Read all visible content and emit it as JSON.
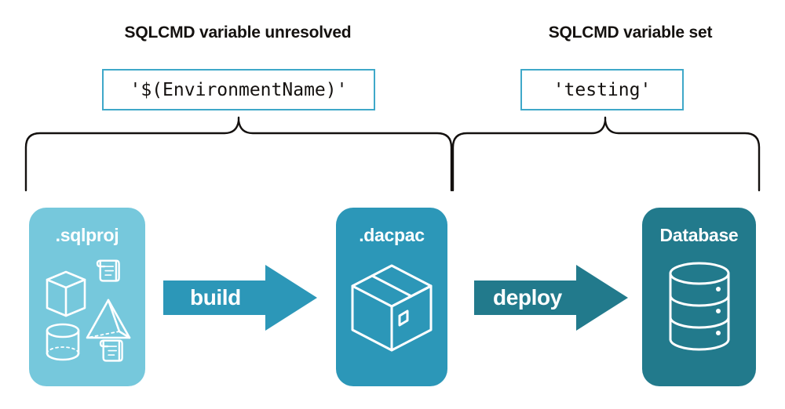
{
  "headings": {
    "left": "SQLCMD variable unresolved",
    "right": "SQLCMD variable set"
  },
  "code_boxes": {
    "left": "'$(EnvironmentName)'",
    "right": "'testing'"
  },
  "cards": [
    {
      "id": "sqlproj",
      "label": ".sqlproj",
      "color": "#76C8DC",
      "art": "project-shapes-icon"
    },
    {
      "id": "dacpac",
      "label": ".dacpac",
      "color": "#2C97B8",
      "art": "package-box-icon"
    },
    {
      "id": "database",
      "label": "Database",
      "color": "#227A8C",
      "art": "database-cylinder-icon"
    }
  ],
  "arrows": [
    {
      "id": "build",
      "label": "build",
      "color": "#2C97B8"
    },
    {
      "id": "deploy",
      "label": "deploy",
      "color": "#227A8C"
    }
  ],
  "colors": {
    "background": "#ffffff",
    "text": "#14110f",
    "code_border": "#3FA8C9",
    "brace": "#14110f",
    "light_teal": "#76C8DC",
    "mid_teal": "#2C97B8",
    "dark_teal": "#227A8C",
    "icon_white": "#ffffff"
  }
}
